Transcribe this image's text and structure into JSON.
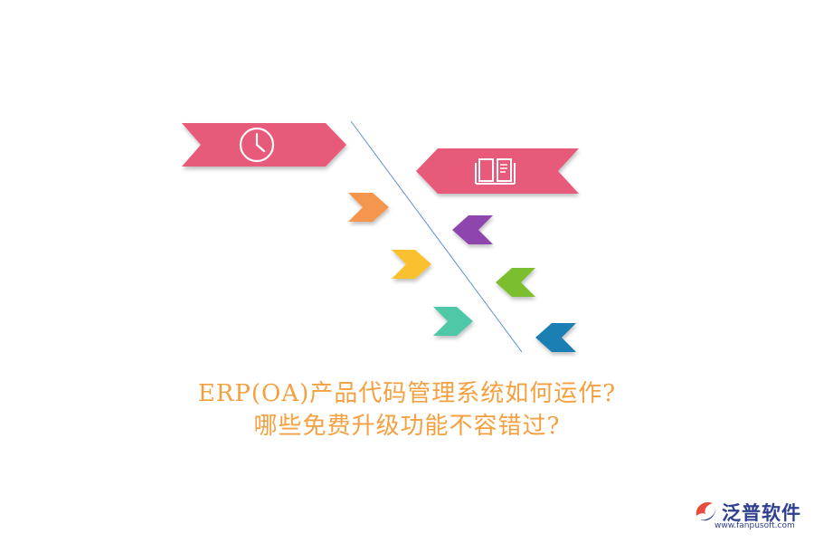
{
  "title_lines": [
    "ERP(OA)产品代码管理系统如何运作?",
    "哪些免费升级功能不容错过?"
  ],
  "title_color": "#f5a040",
  "banner_left": {
    "icon": "clock-icon",
    "color": "#e85a7a"
  },
  "banner_right": {
    "icon": "book-icon",
    "color": "#e85a7a"
  },
  "divider_color": "#5b8fd8",
  "chevrons_right": [
    {
      "name": "chevron-orange",
      "color": "#f5964f"
    },
    {
      "name": "chevron-yellow",
      "color": "#fbc02d"
    },
    {
      "name": "chevron-teal",
      "color": "#4fc8a8"
    }
  ],
  "chevrons_left": [
    {
      "name": "chevron-purple",
      "color": "#8e44ad"
    },
    {
      "name": "chevron-green",
      "color": "#7cbf2e"
    },
    {
      "name": "chevron-blue",
      "color": "#1b7fb3"
    }
  ],
  "logo": {
    "name": "泛普软件",
    "url": "www.fanpusoft.com",
    "text_color": "#2f3f8f",
    "mark_color": "#e84c3d"
  }
}
